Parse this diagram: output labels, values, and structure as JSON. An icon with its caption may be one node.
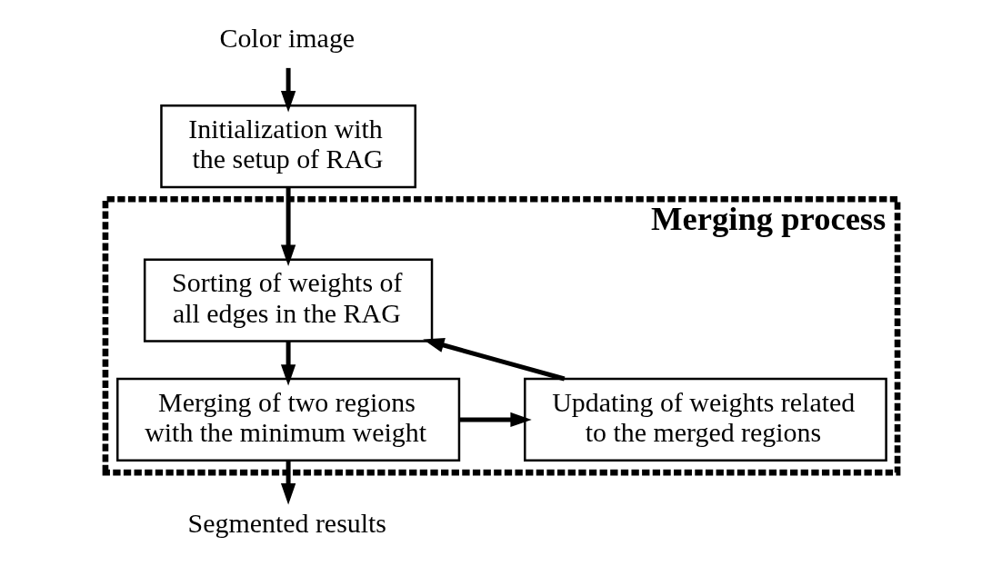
{
  "diagram": {
    "nodes": [
      {
        "text": [
          "Color image"
        ]
      },
      {
        "text": [
          "Initialization with the setup of RAG"
        ]
      },
      {
        "text": [
          "Merging process"
        ]
      },
      {
        "text": [
          "Sorting of weights of all edges in the RAG"
        ],
        "in": 2
      },
      {
        "text": [
          "Merging of two regions with the minimum weight"
        ],
        "in": 2
      },
      {
        "text": [
          "Updating of weights related to the merged regions"
        ],
        "in": 2
      },
      {
        "text": [
          "Segmented results"
        ]
      }
    ],
    "edges": [
      {
        "from": 0,
        "to": 1,
        "arrow": "to"
      },
      {
        "from": 1,
        "to": 3,
        "arrow": "to"
      },
      {
        "from": 3,
        "to": 4,
        "arrow": "to"
      },
      {
        "from": 4,
        "to": 5,
        "arrow": "to"
      },
      {
        "from": 5,
        "to": 3,
        "arrow": "to"
      },
      {
        "from": 4,
        "to": 6,
        "arrow": "to"
      }
    ]
  }
}
